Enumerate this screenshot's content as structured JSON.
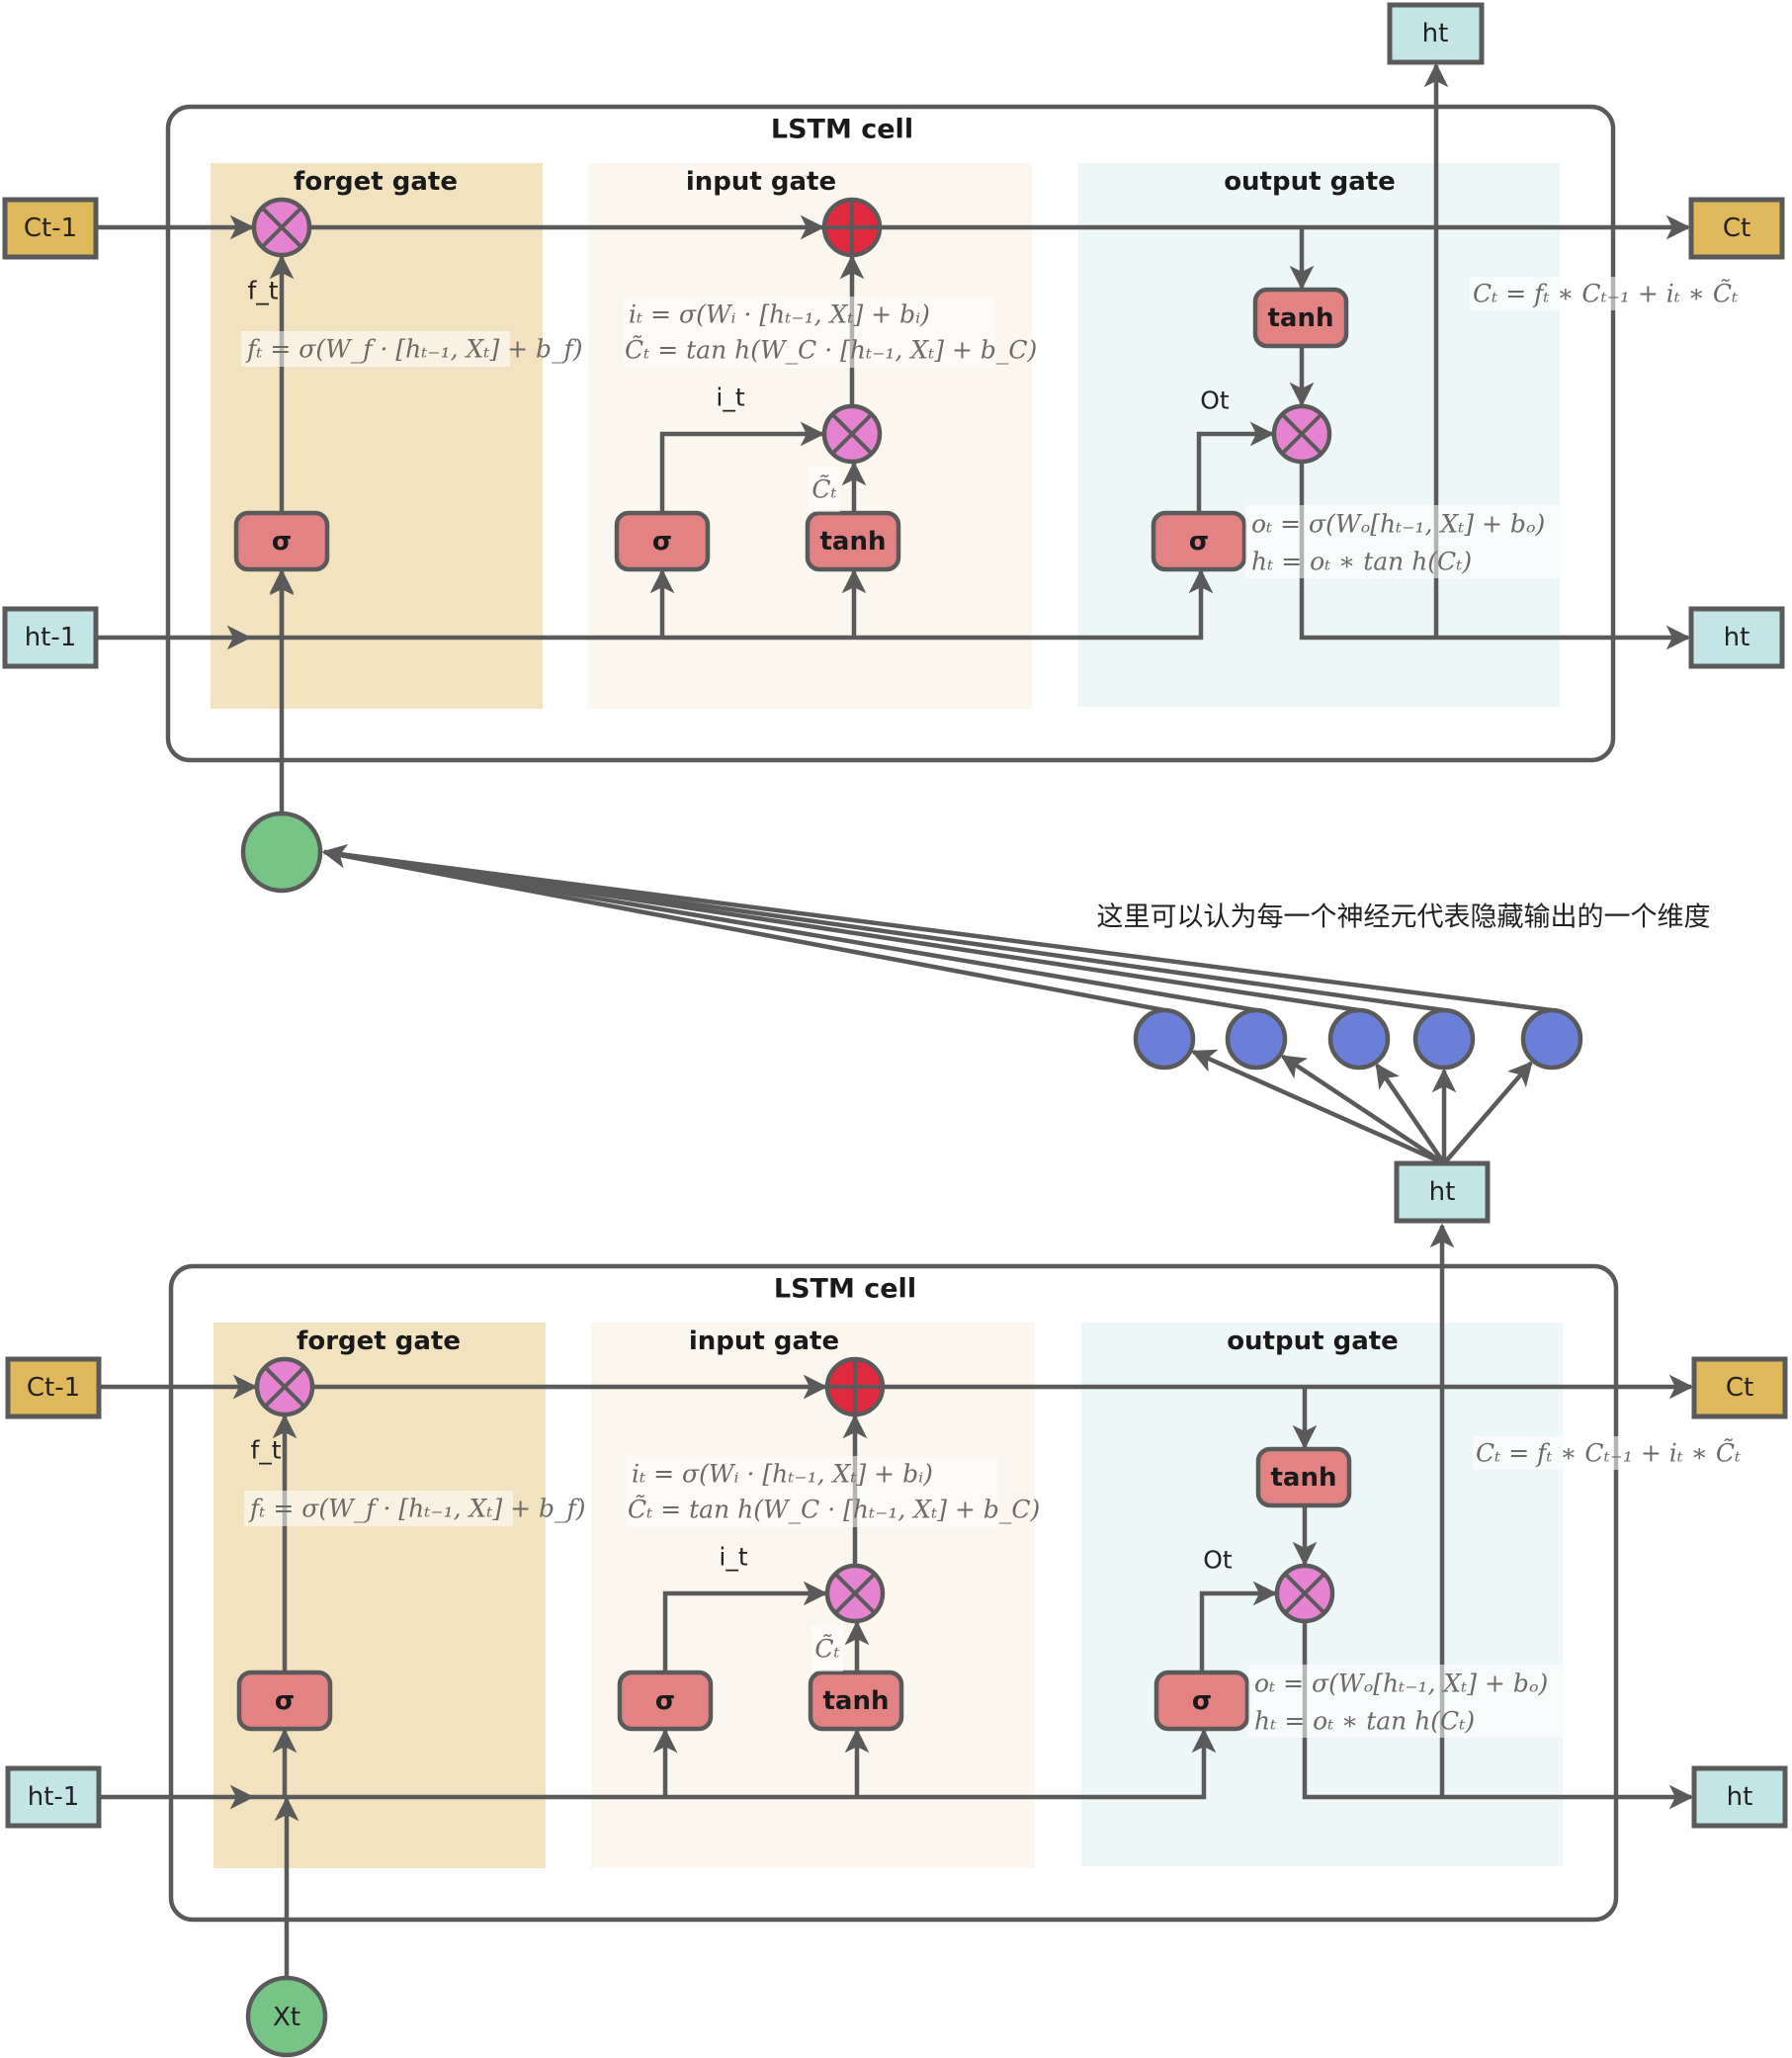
{
  "colors": {
    "stroke": "#5a5a5a",
    "cell_state_box": "#DEB85A",
    "hidden_box": "#C4E5E6",
    "forget_panel": "#F2E2BF",
    "input_panel": "#FBF6EE",
    "output_panel": "#EEF7F8",
    "op_box": "#E38282",
    "multiply_node": "#E683D1",
    "add_node": "#E0283F",
    "neuron": "#6C7FD8",
    "input_node": "#77C487"
  },
  "top_output": {
    "label": "ht"
  },
  "neuron_output": {
    "label": "ht"
  },
  "note": "这里可以认为每一个神经元代表隐藏输出的一个维度",
  "neurons": {
    "count": 5
  },
  "input_node": {
    "label": "Xt"
  },
  "cells": [
    {
      "title": "LSTM cell",
      "c_prev": "Ct-1",
      "h_prev": "ht-1",
      "c_out": "Ct",
      "h_out": "ht",
      "forget_gate": {
        "title": "forget gate",
        "sigma": "σ",
        "signal": "f_t",
        "formula": "fₜ = σ(W_f · [hₜ₋₁, Xₜ] + b_f)"
      },
      "input_gate": {
        "title": "input gate",
        "sigma": "σ",
        "tanh": "tanh",
        "signal_i": "i_t",
        "signal_c": "C̃ₜ",
        "formula_1": "iₜ = σ(Wᵢ · [hₜ₋₁, Xₜ] + bᵢ)",
        "formula_2": "C̃ₜ = tan h(W_C · [hₜ₋₁, Xₜ] + b_C)"
      },
      "output_gate": {
        "title": "output gate",
        "sigma": "σ",
        "tanh": "tanh",
        "signal": "Ot",
        "formula_1": "oₜ = σ(Wₒ[hₜ₋₁, Xₜ] + bₒ)",
        "formula_2": "hₜ = oₜ ∗ tan h(Cₜ)"
      },
      "cell_state_formula": "Cₜ = fₜ ∗ Cₜ₋₁ + iₜ ∗ C̃ₜ"
    },
    {
      "title": "LSTM cell",
      "c_prev": "Ct-1",
      "h_prev": "ht-1",
      "c_out": "Ct",
      "h_out": "ht",
      "forget_gate": {
        "title": "forget gate",
        "sigma": "σ",
        "signal": "f_t",
        "formula": "fₜ = σ(W_f · [hₜ₋₁, Xₜ] + b_f)"
      },
      "input_gate": {
        "title": "input gate",
        "sigma": "σ",
        "tanh": "tanh",
        "signal_i": "i_t",
        "signal_c": "C̃ₜ",
        "formula_1": "iₜ = σ(Wᵢ · [hₜ₋₁, Xₜ] + bᵢ)",
        "formula_2": "C̃ₜ = tan h(W_C · [hₜ₋₁, Xₜ] + b_C)"
      },
      "output_gate": {
        "title": "output gate",
        "sigma": "σ",
        "tanh": "tanh",
        "signal": "Ot",
        "formula_1": "oₜ = σ(Wₒ[hₜ₋₁, Xₜ] + bₒ)",
        "formula_2": "hₜ = oₜ ∗ tan h(Cₜ)"
      },
      "cell_state_formula": "Cₜ = fₜ ∗ Cₜ₋₁ + iₜ ∗ C̃ₜ"
    }
  ]
}
